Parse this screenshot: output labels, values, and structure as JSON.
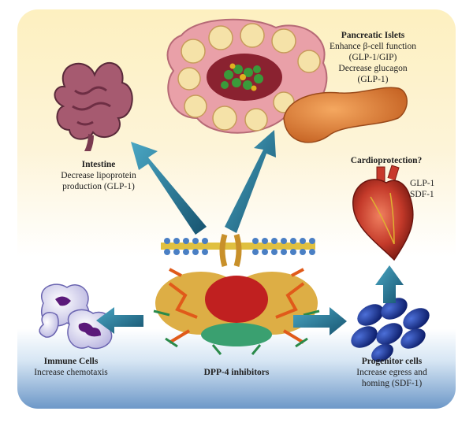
{
  "labels": {
    "pancreatic": {
      "title": "Pancreatic Islets",
      "lines": [
        "Enhance β-cell function",
        "(GLP-1/GIP)",
        "Decrease glucagon",
        "(GLP-1)"
      ]
    },
    "intestine": {
      "title": "Intestine",
      "lines": [
        "Decrease lipoprotein",
        "production (GLP-1)"
      ]
    },
    "cardio": {
      "title": "Cardioprotection?",
      "lines": [
        "GLP-1",
        "SDF-1"
      ]
    },
    "immune": {
      "title": "Immune Cells",
      "lines": [
        "Increase chemotaxis"
      ]
    },
    "center": {
      "title": "DPP-4 inhibitors"
    },
    "progenitor": {
      "title": "Progenitor cells",
      "lines": [
        "Increase egress and",
        "homing (SDF-1)"
      ]
    }
  },
  "colors": {
    "arrow": "#1f6b8c",
    "membrane": "#4a7fc4",
    "heart": "#c43a2a",
    "pancreas": "#d9752f"
  },
  "icons": [
    "intestine-icon",
    "pancreatic-islet-icon",
    "pancreas-icon",
    "heart-icon",
    "immune-cells-icon",
    "progenitor-cells-icon",
    "dpp4-protein-icon",
    "cell-membrane-icon"
  ]
}
